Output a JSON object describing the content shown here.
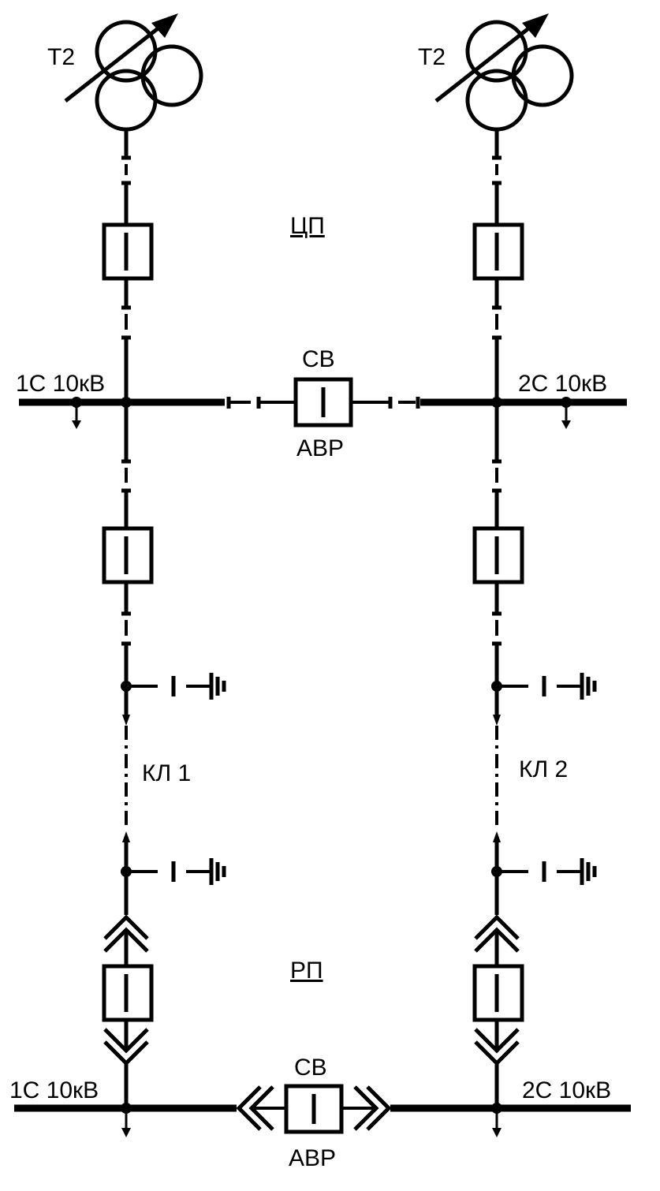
{
  "labels": {
    "t_left": "Т2",
    "t_right": "Т2",
    "cp": "ЦП",
    "sv_top": "СВ",
    "avr_top": "АВР",
    "bus1_top": "1С 10кВ",
    "bus2_top": "2С 10кВ",
    "kl1": "КЛ 1",
    "kl2": "КЛ 2",
    "rp": "РП",
    "sv_bottom": "СВ",
    "avr_bottom": "АВР",
    "bus1_bottom": "1С 10кВ",
    "bus2_bottom": "2С 10кВ"
  },
  "colors": {
    "line": "#000000",
    "background": "#ffffff"
  }
}
